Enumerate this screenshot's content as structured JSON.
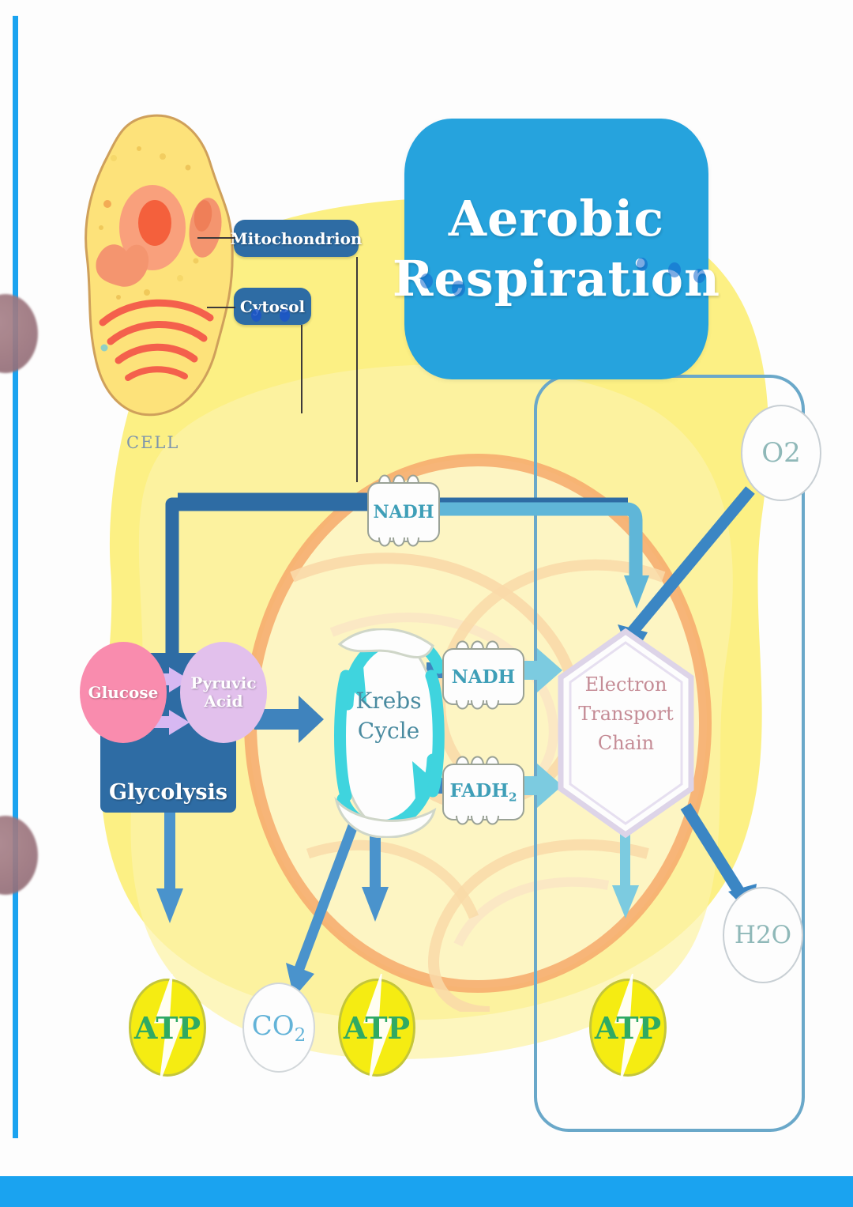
{
  "page": {
    "title": "Aerobic Respiration poster",
    "bottom_band_color": "#1aa3f0",
    "edge_line_color": "#1aa3f0"
  },
  "title_banner": {
    "line1": "Aerobic",
    "line2": "Respiration",
    "background": "#26a3dd",
    "text_color": "#ffffff"
  },
  "cell": {
    "caption": "CELL",
    "caption_color": "#7d94ad",
    "body_color": "#fced8a",
    "nucleus_color": "#f48a62",
    "er_color": "#f26a54",
    "labels": [
      {
        "text": "Mitochondrion"
      },
      {
        "text": "Cytosol"
      }
    ]
  },
  "glycolysis": {
    "box_label": "Glycolysis",
    "box_color": "#2e6ca4",
    "glucose": {
      "label": "Glucose",
      "color": "#f98cae"
    },
    "pyruvic": {
      "line1": "Pyruvic",
      "line2": "Acid",
      "color": "#e2c0ec"
    }
  },
  "krebs": {
    "line1": "Krebs",
    "line2": "Cycle",
    "color": "#4a8ba0",
    "ring_color": "#3fd4de"
  },
  "carriers": {
    "top_nadh": "NADH",
    "krebs_nadh": "NADH",
    "fadh2_text": "FADH",
    "fadh2_sub": "2",
    "text_color": "#3f9fb8"
  },
  "etc": {
    "line1": "Electron",
    "line2": "Transport",
    "line3": "Chain",
    "text_color": "#c58c96",
    "border_color": "#ddd4e8"
  },
  "gases": {
    "o2": "O2",
    "h2o": "H2O",
    "co2_text": "CO",
    "co2_sub": "2",
    "gas_text_color": "#8fb8b8",
    "co2_text_color": "#63b3d8"
  },
  "atp": {
    "label": "ATP",
    "fill": "#f5ec12",
    "text_color": "#2faa63",
    "instances": 3
  },
  "chart_data": {
    "type": "diagram",
    "title": "Aerobic Respiration",
    "nodes": [
      {
        "id": "cell",
        "label": "CELL"
      },
      {
        "id": "mitochondrion",
        "label": "Mitochondrion"
      },
      {
        "id": "cytosol",
        "label": "Cytosol"
      },
      {
        "id": "glucose",
        "label": "Glucose"
      },
      {
        "id": "pyruvic_acid",
        "label": "Pyruvic Acid"
      },
      {
        "id": "glycolysis",
        "label": "Glycolysis"
      },
      {
        "id": "krebs_cycle",
        "label": "Krebs Cycle"
      },
      {
        "id": "nadh_top",
        "label": "NADH"
      },
      {
        "id": "nadh_krebs",
        "label": "NADH"
      },
      {
        "id": "fadh2",
        "label": "FADH2"
      },
      {
        "id": "etc",
        "label": "Electron Transport Chain"
      },
      {
        "id": "o2",
        "label": "O2"
      },
      {
        "id": "h2o",
        "label": "H2O"
      },
      {
        "id": "co2",
        "label": "CO2"
      },
      {
        "id": "atp_glycolysis",
        "label": "ATP"
      },
      {
        "id": "atp_krebs",
        "label": "ATP"
      },
      {
        "id": "atp_etc",
        "label": "ATP"
      }
    ],
    "edges": [
      {
        "from": "glucose",
        "to": "pyruvic_acid"
      },
      {
        "from": "glycolysis",
        "to": "nadh_top"
      },
      {
        "from": "nadh_top",
        "to": "etc"
      },
      {
        "from": "glycolysis",
        "to": "atp_glycolysis"
      },
      {
        "from": "pyruvic_acid",
        "to": "krebs_cycle"
      },
      {
        "from": "krebs_cycle",
        "to": "nadh_krebs"
      },
      {
        "from": "krebs_cycle",
        "to": "fadh2"
      },
      {
        "from": "krebs_cycle",
        "to": "atp_krebs"
      },
      {
        "from": "krebs_cycle",
        "to": "co2"
      },
      {
        "from": "nadh_krebs",
        "to": "etc"
      },
      {
        "from": "fadh2",
        "to": "etc"
      },
      {
        "from": "o2",
        "to": "etc"
      },
      {
        "from": "etc",
        "to": "h2o"
      },
      {
        "from": "etc",
        "to": "atp_etc"
      }
    ]
  }
}
